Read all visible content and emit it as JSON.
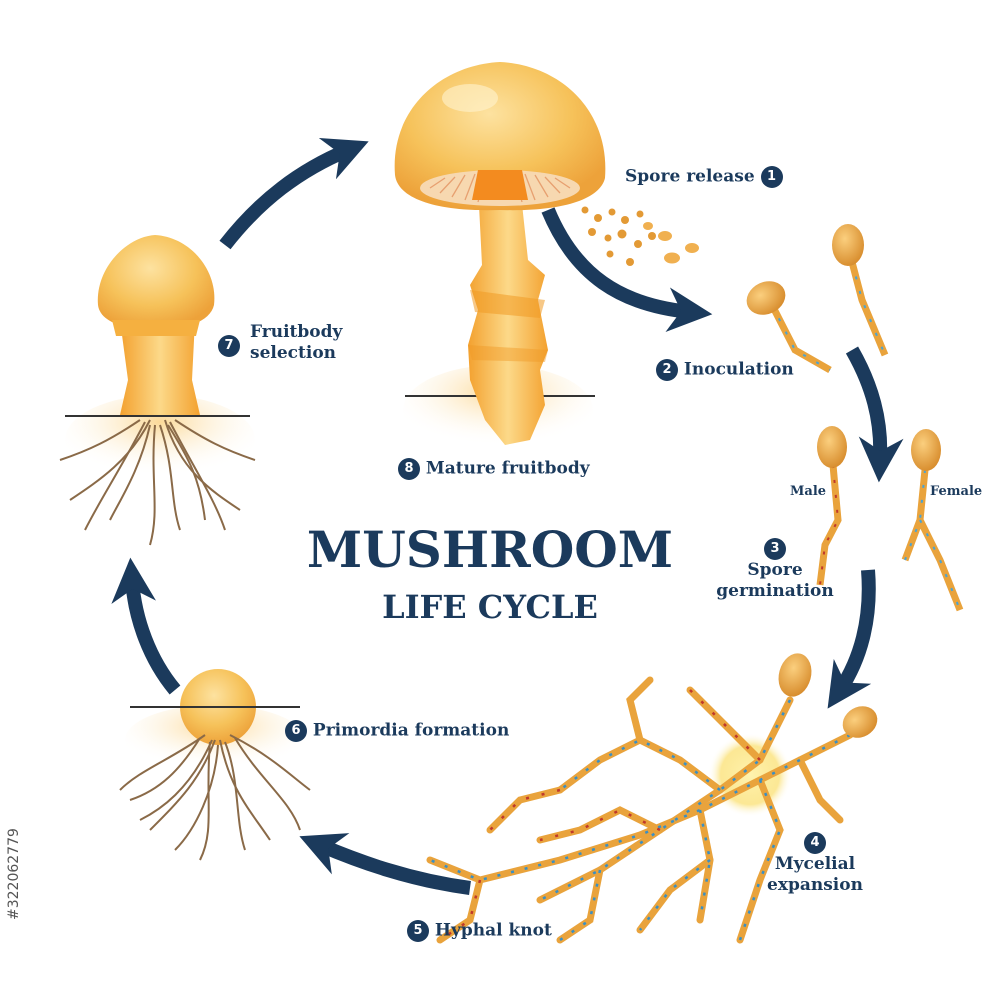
{
  "title": {
    "line1": "MUSHROOM",
    "line2": "LIFE CYCLE"
  },
  "stages": [
    {
      "num": "1",
      "label": "Spore release"
    },
    {
      "num": "2",
      "label": "Inoculation"
    },
    {
      "num": "3",
      "label_line1": "Spore",
      "label_line2": "germination"
    },
    {
      "num": "4",
      "label_line1": "Mycelial",
      "label_line2": "expansion"
    },
    {
      "num": "5",
      "label": "Hyphal knot"
    },
    {
      "num": "6",
      "label": "Primordia formation"
    },
    {
      "num": "7",
      "label_line1": "Fruitbody",
      "label_line2": "selection"
    },
    {
      "num": "8",
      "label": "Mature fruitbody"
    }
  ],
  "sub_labels": {
    "male": "Male",
    "female": "Female"
  },
  "watermark": "#322062779",
  "colors": {
    "navy": "#1b3a5c",
    "cap": "#f6bd4f",
    "stem": "#f3a531",
    "root": "#7a5a3a",
    "hypha_dot_blue": "#3a8fc4",
    "hypha_dot_red": "#c0392b"
  }
}
